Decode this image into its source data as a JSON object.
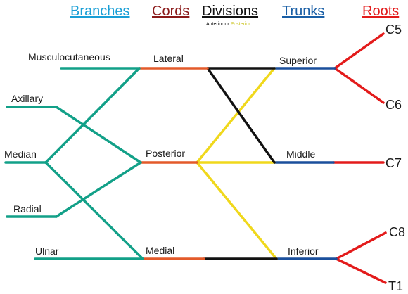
{
  "colors": {
    "branches": "#1a9fd6",
    "cords": "#8b1a1a",
    "divisions": "#111111",
    "trunks": "#1a5fa6",
    "roots": "#e31b1b",
    "posterior_division": "#f0d81c",
    "green_nerve": "#12a088",
    "orange_cord": "#e35a2a",
    "blue_trunk": "#1a4f9c",
    "black_division": "#111111",
    "yellow_division": "#f0d81c",
    "red_root": "#e31b1b"
  },
  "headers": {
    "branches": "Branches",
    "cords": "Cords",
    "divisions": "Divisions",
    "trunks": "Trunks",
    "roots": "Roots",
    "divisions_note_anterior": "Anterior or ",
    "divisions_note_posterior": "Posterior"
  },
  "branches": {
    "musculocutaneous": "Musculocutaneous",
    "axillary": "Axillary",
    "median": "Median",
    "radial": "Radial",
    "ulnar": "Ulnar"
  },
  "cords": {
    "lateral": "Lateral",
    "posterior": "Posterior",
    "medial": "Medial"
  },
  "trunks": {
    "superior": "Superior",
    "middle": "Middle",
    "inferior": "Inferior"
  },
  "roots": {
    "c5": "C5",
    "c6": "C6",
    "c7": "C7",
    "c8": "C8",
    "t1": "T1"
  }
}
